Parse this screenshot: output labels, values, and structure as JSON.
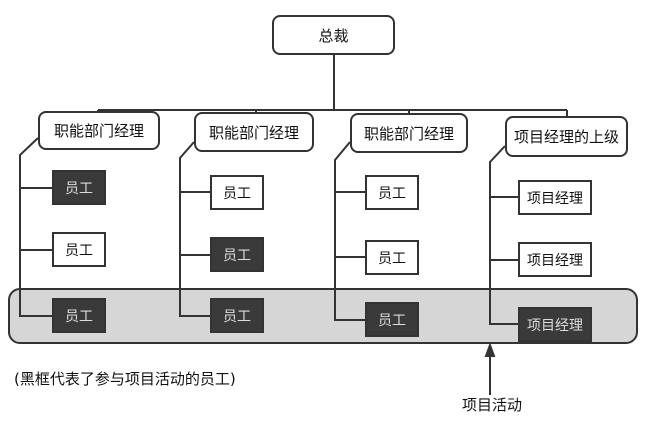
{
  "ceo": "总裁",
  "managers": [
    "职能部门经理",
    "职能部门经理",
    "职能部门经理",
    "项目经理的上级"
  ],
  "columns": [
    [
      {
        "label": "员工",
        "in_project": true
      },
      {
        "label": "员工",
        "in_project": false
      },
      {
        "label": "员工",
        "in_project": true
      }
    ],
    [
      {
        "label": "员工",
        "in_project": false
      },
      {
        "label": "员工",
        "in_project": true
      },
      {
        "label": "员工",
        "in_project": true
      }
    ],
    [
      {
        "label": "员工",
        "in_project": false
      },
      {
        "label": "员工",
        "in_project": false
      },
      {
        "label": "员工",
        "in_project": true
      }
    ],
    [
      {
        "label": "项目经理",
        "in_project": false
      },
      {
        "label": "项目经理",
        "in_project": false
      },
      {
        "label": "项目经理",
        "in_project": true
      }
    ]
  ],
  "legend": "(黑框代表了参与项目活动的员工)",
  "project_label": "项目活动"
}
